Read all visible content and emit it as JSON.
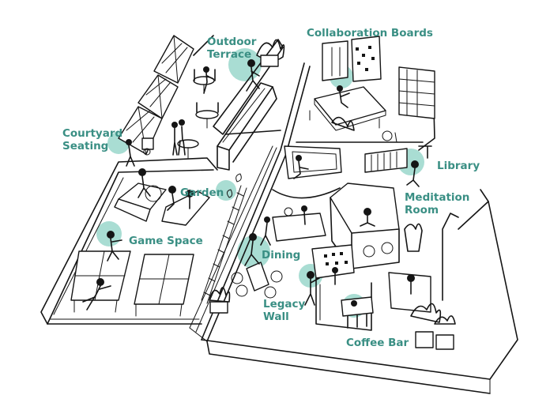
{
  "colors": {
    "accent": "#a9ddd3",
    "label": "#3a8f84",
    "ink": "#151515"
  },
  "labels": {
    "outdoor_terrace": [
      "Outdoor",
      "Terrace"
    ],
    "collaboration_boards": "Collaboration Boards",
    "courtyard_seating": [
      "Courtyard",
      "Seating"
    ],
    "library": "Library",
    "garden": "Garden",
    "meditation_room": [
      "Meditation",
      "Room"
    ],
    "game_space": "Game Space",
    "dining": "Dining",
    "legacy_wall": [
      "Legacy",
      "Wall"
    ],
    "coffee_bar": "Coffee Bar"
  }
}
